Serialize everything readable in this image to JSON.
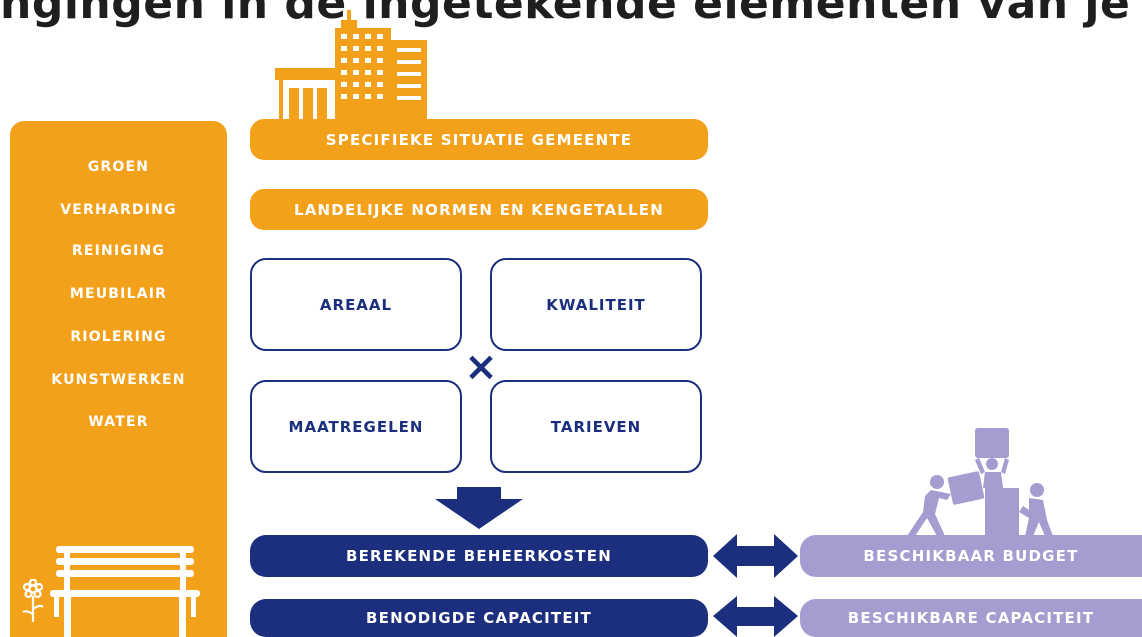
{
  "header": {
    "clipped_title": "ngingen in de ingetekende elementen van je beheergebied"
  },
  "sidebar": {
    "categories": [
      "GROEN",
      "VERHARDING",
      "REINIGING",
      "MEUBILAIR",
      "RIOLERING",
      "KUNSTWERKEN",
      "WATER"
    ]
  },
  "top": {
    "specific_label": "SPECIFIEKE SITUATIE GEMEENTE",
    "national_label": "LANDELIJKE NORMEN EN KENGETALLEN"
  },
  "grid": {
    "areaal": "AREAAL",
    "kwaliteit": "KWALITEIT",
    "maatregelen": "MAATREGELEN",
    "tarieven": "TARIEVEN",
    "operator": "×"
  },
  "bottom": {
    "costs_label": "BEREKENDE BEHEERKOSTEN",
    "capacity_needed_label": "BENODIGDE CAPACITEIT",
    "budget_label": "BESCHIKBAAR BUDGET",
    "capacity_available_label": "BESCHIKBARE CAPACITEIT"
  },
  "colors": {
    "orange": "#f3a11b",
    "navy": "#1b2f7e",
    "lavender": "#a59ccf"
  },
  "icons": [
    "building-icon",
    "bench-icon",
    "flower-icon",
    "down-arrow-icon",
    "double-arrow-icon",
    "workers-icon"
  ]
}
